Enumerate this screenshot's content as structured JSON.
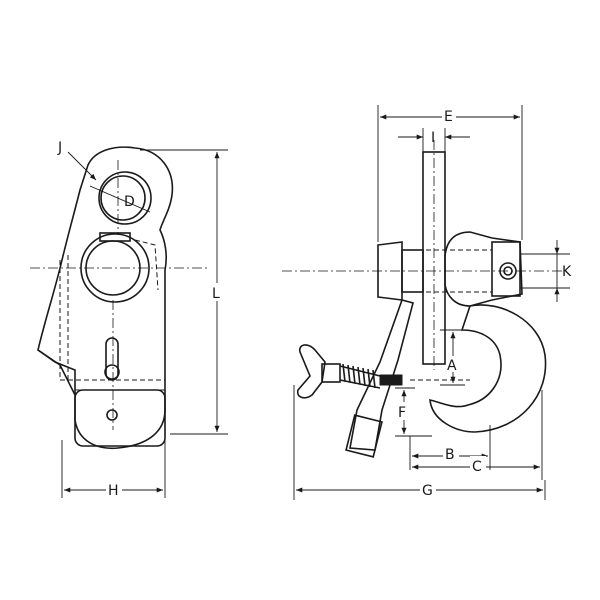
{
  "labels": {
    "J": "J",
    "D": "D",
    "L": "L",
    "H": "H",
    "E": "E",
    "I": "I",
    "K": "K",
    "A": "A",
    "F": "F",
    "B": "B",
    "C": "C",
    "G": "G"
  }
}
